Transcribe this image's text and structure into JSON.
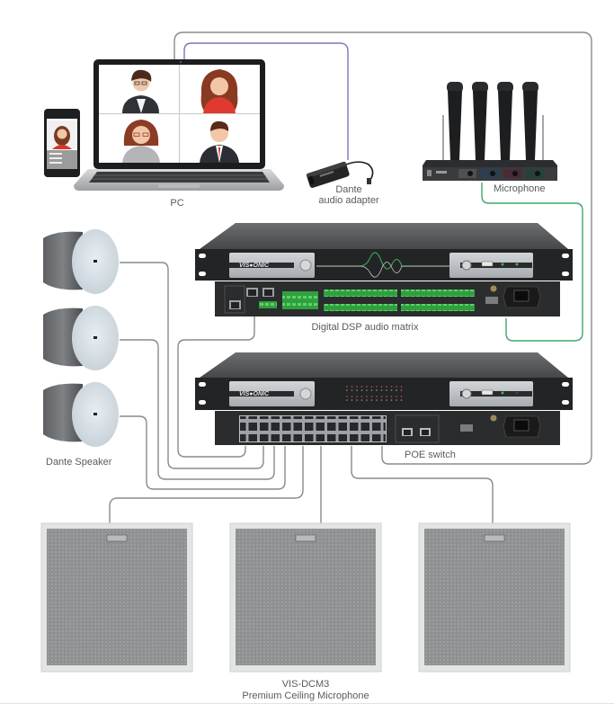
{
  "diagram": {
    "title": "Dante conference audio system topology",
    "devices": {
      "pc": {
        "label": "PC",
        "icon": "laptop-video-conference-icon"
      },
      "phone": {
        "icon": "smartphone-icon"
      },
      "dante_adapter": {
        "label_line1": "Dante",
        "label_line2": "audio adapter",
        "icon": "dante-usb-adapter-icon"
      },
      "microphone": {
        "label": "Microphone",
        "icon": "wireless-microphone-receiver-icon",
        "handhelds": 4
      },
      "dsp_matrix": {
        "label": "Digital DSP audio matrix",
        "brand": "VIS●ONIC",
        "icon": "rack-dsp-matrix-icon"
      },
      "poe_switch": {
        "label": "POE switch",
        "brand": "VIS●ONIC",
        "icon": "rack-poe-switch-icon",
        "ports": 24,
        "sfp_ports": 2
      },
      "speakers": {
        "label": "Dante Speaker",
        "count": 3,
        "icon": "ceiling-speaker-icon"
      },
      "ceiling_mics": {
        "label_line1": "VIS-DCM3",
        "label_line2": "Premium Ceiling Microphone",
        "count": 3,
        "icon": "ceiling-microphone-panel-icon"
      }
    },
    "connections": [
      {
        "from": "pc",
        "to": "poe_switch",
        "type": "network"
      },
      {
        "from": "pc",
        "to": "dante_adapter",
        "type": "usb"
      },
      {
        "from": "microphone",
        "to": "dsp_matrix",
        "type": "analog-audio"
      },
      {
        "from": "dsp_matrix",
        "to": "poe_switch",
        "type": "network"
      },
      {
        "from": "poe_switch",
        "to": "speakers",
        "type": "network"
      },
      {
        "from": "poe_switch",
        "to": "ceiling_mics",
        "type": "network"
      }
    ],
    "colors": {
      "network_cable": "#8a8a8a",
      "usb_cable": "#7b74b8",
      "audio_cable": "#3fa86a",
      "rack_body": "#2c2c2e",
      "rack_top": "#5b5d60",
      "panel_silver": "#b9bcc0",
      "terminal_green": "#3db34a",
      "speaker_grille": "#d4dde3",
      "mic_panel": "#8f9192"
    }
  }
}
